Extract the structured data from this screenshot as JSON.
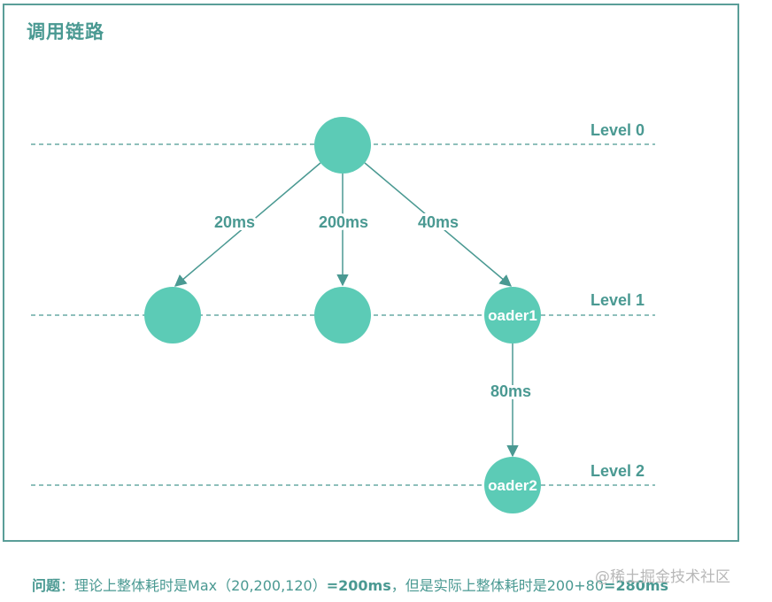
{
  "title": "调用链路",
  "levels": [
    "Level 0",
    "Level 1",
    "Level 2"
  ],
  "edges": [
    {
      "from": "root",
      "to": "left",
      "label": "20ms"
    },
    {
      "from": "root",
      "to": "middle",
      "label": "200ms"
    },
    {
      "from": "root",
      "to": "loader1",
      "label": "40ms"
    },
    {
      "from": "loader1",
      "to": "loader2",
      "label": "80ms"
    }
  ],
  "nodes": {
    "root": "",
    "left": "",
    "middle": "",
    "loader1": "oader1",
    "loader2": "oader2"
  },
  "colors": {
    "node": "#5ccbb6",
    "line": "#4a9992",
    "frame": "#5a9e98"
  },
  "footnote": {
    "prefix": "问题",
    "colon": "：",
    "text1": "理论上整体耗时是Max（20,200,120）",
    "value1": "=200ms",
    "text2": "，但是实际上整体耗时是200+80",
    "value2": "=280ms"
  },
  "watermark": "@稀土掘金技术社区"
}
